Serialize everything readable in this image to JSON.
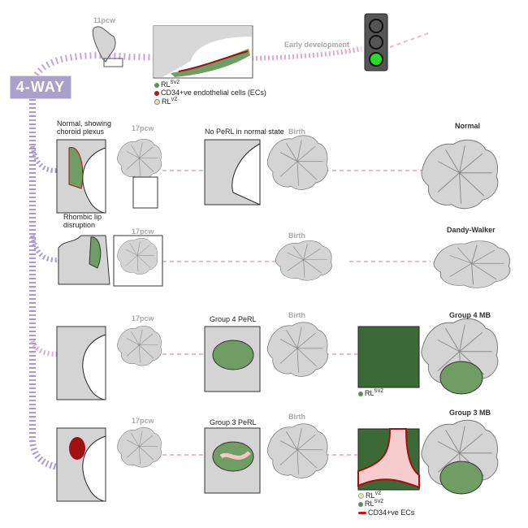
{
  "badge": "4-WAY",
  "top": {
    "age": "11pcw",
    "stage": "Early development",
    "legend": [
      {
        "label": "RL",
        "sup": "SVZ",
        "color": "#5f8f5a"
      },
      {
        "label": "CD34+ve endothelial cells (ECs)",
        "sup": "",
        "color": "#b01818"
      },
      {
        "label": "RL",
        "sup": "VZ",
        "color": "#efe4a8"
      }
    ]
  },
  "traffic_light": {
    "active": "green",
    "color": "#22e022"
  },
  "rows": [
    {
      "caption": "Normal, showing choroid plexus",
      "age": "17pcw",
      "perl": "No PeRL in normal state",
      "birth": "Birth",
      "outcome": "Normal"
    },
    {
      "caption": "Rhombic lip disruption",
      "age": "17pcw",
      "birth": "Birth",
      "outcome": "Dandy-Walker"
    },
    {
      "age": "17pcw",
      "perl": "Group 4 PeRL",
      "birth": "Birth",
      "outcome": "Group 4 MB",
      "legend": [
        {
          "label": "RL",
          "sup": "SVZ",
          "color": "#5f8f5a"
        }
      ]
    },
    {
      "age": "17pcw",
      "perl": "Group 3 PeRL",
      "birth": "Birth",
      "outcome": "Group 3 MB",
      "legend": [
        {
          "label": "RL",
          "sup": "VZ",
          "color": "#efe4a8"
        },
        {
          "label": "RL",
          "sup": "SVZ",
          "color": "#5f8f5a"
        },
        {
          "label": "CD34+ve ECs",
          "sup": "",
          "color": "#c01818"
        }
      ]
    }
  ]
}
